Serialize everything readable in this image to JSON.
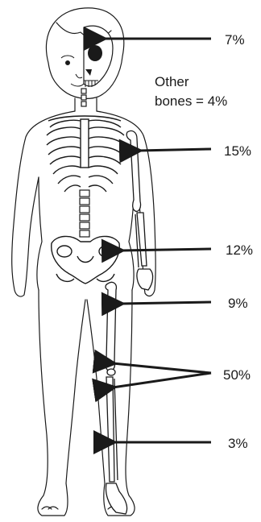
{
  "labels": {
    "skull": "7%",
    "other_line1": "Other",
    "other_line2": "bones = 4%",
    "arm": "15%",
    "pelvis": "12%",
    "thigh": "9%",
    "leg_long_bones": "50%",
    "lower_leg": "3%"
  },
  "colors": {
    "ink": "#1a1a1a",
    "bone_fill": "#ffffff",
    "background": "#ffffff"
  }
}
